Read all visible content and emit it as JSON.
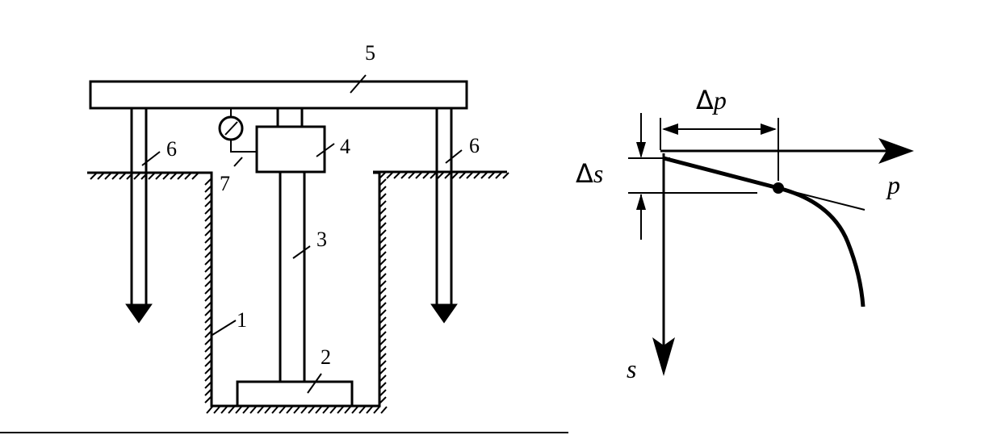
{
  "left_diagram": {
    "labels": {
      "pit": "1",
      "plate": "2",
      "column": "3",
      "jack": "4",
      "beam": "5",
      "anchor_left": "6",
      "anchor_right": "6",
      "gauge": "7"
    }
  },
  "right_diagram": {
    "axis_p": "p",
    "axis_s": "s",
    "delta_p": "p",
    "delta_s": "s",
    "delta_symbol": "Δ"
  }
}
